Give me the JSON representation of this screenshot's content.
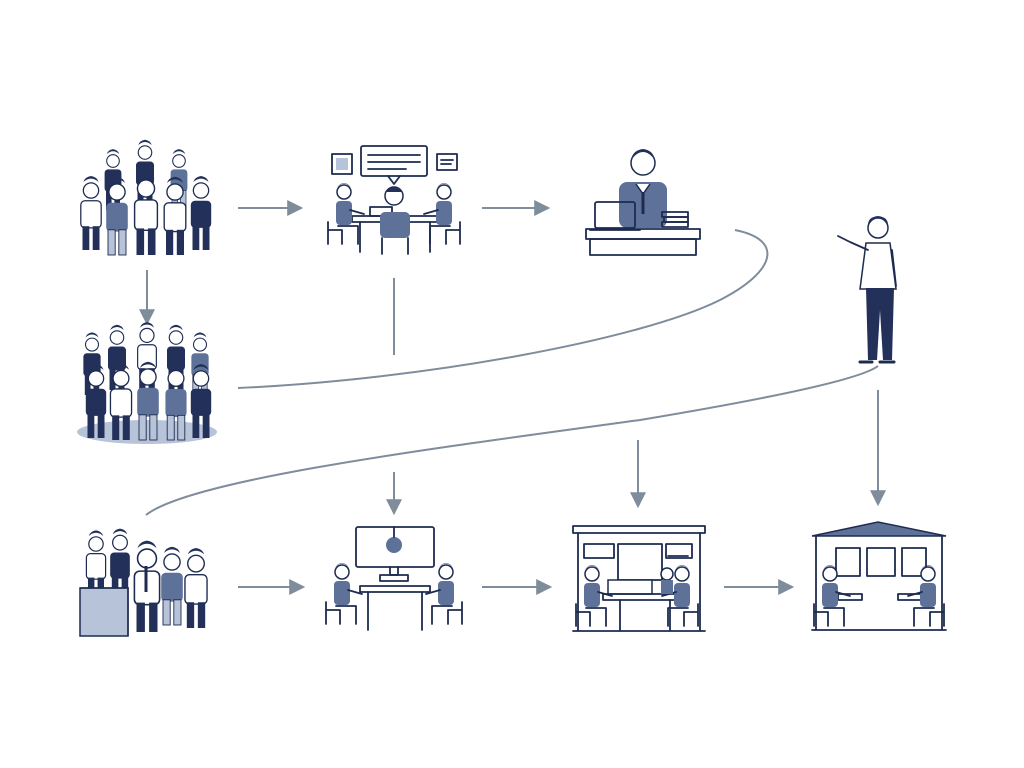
{
  "diagram": {
    "nodes": [
      {
        "id": "crowd-top",
        "icon": "crowd-icon"
      },
      {
        "id": "meeting",
        "icon": "meeting-table-icon"
      },
      {
        "id": "desk-worker",
        "icon": "laptop-desk-icon"
      },
      {
        "id": "presenter",
        "icon": "standing-presenter-icon"
      },
      {
        "id": "crowd-middle",
        "icon": "crowd-icon"
      },
      {
        "id": "group-bottom",
        "icon": "group-at-podium-icon"
      },
      {
        "id": "screen-meeting",
        "icon": "screen-meeting-icon"
      },
      {
        "id": "office",
        "icon": "office-room-icon"
      },
      {
        "id": "house-room",
        "icon": "house-room-icon"
      }
    ],
    "edges": [
      {
        "from": "crowd-top",
        "to": "meeting",
        "style": "arrow"
      },
      {
        "from": "meeting",
        "to": "desk-worker",
        "style": "arrow"
      },
      {
        "from": "crowd-top",
        "to": "crowd-middle",
        "style": "arrow"
      },
      {
        "from": "meeting",
        "to": "crowd-middle",
        "style": "line"
      },
      {
        "from": "crowd-middle",
        "to": "desk-worker",
        "style": "curve"
      },
      {
        "from": "presenter",
        "to": "group-bottom",
        "style": "curve"
      },
      {
        "from": "presenter",
        "to": "house-room",
        "style": "arrow"
      },
      {
        "from": "group-bottom",
        "to": "screen-meeting",
        "style": "arrow"
      },
      {
        "from": "screen-meeting",
        "to": "office",
        "style": "arrow"
      },
      {
        "from": "office",
        "to": "house-room",
        "style": "arrow"
      },
      {
        "from": "presenter",
        "to": "screen-meeting",
        "style": "arrow"
      },
      {
        "from": "presenter",
        "to": "office",
        "style": "arrow"
      }
    ],
    "colors": {
      "ink": "#1d2b4f",
      "fill_dark": "#22305a",
      "fill_mid": "#5e7199",
      "fill_light": "#b7c3d8",
      "connector": "#7f8c9c",
      "background": "#ffffff"
    }
  }
}
